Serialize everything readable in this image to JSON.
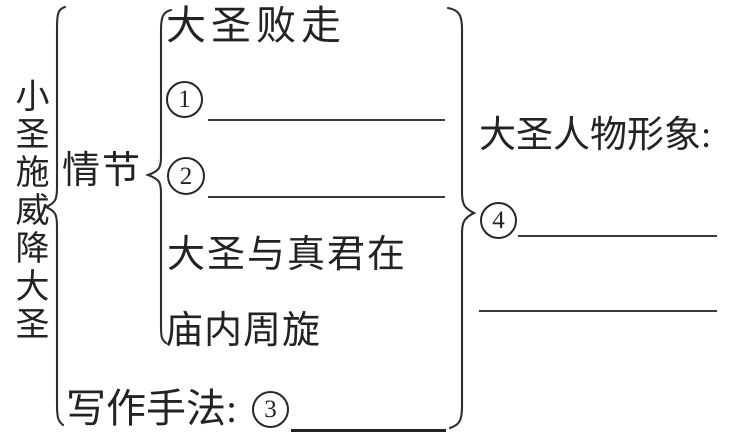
{
  "colors": {
    "ink": "#232323",
    "paper": "#ffffff",
    "line": "#3a3a3a"
  },
  "diagram": {
    "title": "小圣施威降大圣",
    "plot": {
      "label": "情节",
      "item_defeat": "大圣败走",
      "blank1": {
        "digit": "1"
      },
      "blank2": {
        "digit": "2"
      },
      "item_temple_line1": "大圣与真君在",
      "item_temple_line2": "庙内周旋"
    },
    "technique": {
      "label": "写作手法:",
      "blank3": {
        "digit": "3"
      }
    },
    "character": {
      "label": "大圣人物形象:",
      "blank4": {
        "digit": "4"
      }
    }
  }
}
